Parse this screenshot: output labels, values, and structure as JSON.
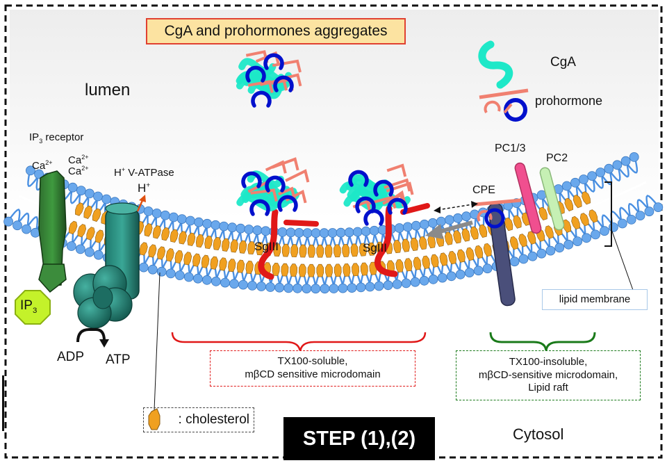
{
  "title_box": "CgA and prohormones aggregates",
  "region_labels": {
    "lumen": "lumen",
    "cytosol": "Cytosol"
  },
  "legend": {
    "cga": "CgA",
    "prohormone": "prohormone"
  },
  "ip3_receptor": {
    "prefix": "IP",
    "sub": "3",
    "suffix": " receptor"
  },
  "calcium": {
    "base": "Ca",
    "charge": "2+"
  },
  "v_atpase": {
    "label_base": "H",
    "label_sup": "+",
    "label_rest": " V-ATPase",
    "ion_base": "H",
    "ion_sup": "+"
  },
  "ip3_badge": {
    "base": "IP",
    "sub": "3"
  },
  "adp": "ADP",
  "atp": "ATP",
  "sgiii_left": "SgIII",
  "sgiii_right": "SgIII",
  "enzymes": {
    "cpe": "CPE",
    "pc13": "PC1/3",
    "pc2": "PC2"
  },
  "lipid_membrane": "lipid membrane",
  "microdomain_soluble": "TX100-soluble,\nmβCD sensitive microdomain",
  "microdomain_raft": "TX100-insoluble,\nmβCD-sensitive microdomain,\nLipid raft",
  "cholesterol_legend": ": cholesterol",
  "step_label": "STEP (1),(2)",
  "colors": {
    "membrane_blue": "#4a90e2",
    "cholesterol_orange": "#f0a020",
    "cga_teal": "#1ee8c8",
    "prohormone_salmon": "#f08070",
    "prohormone_blue": "#0010cc",
    "sgiii_red": "#e01818",
    "raft_green": "#1a7a1a"
  }
}
